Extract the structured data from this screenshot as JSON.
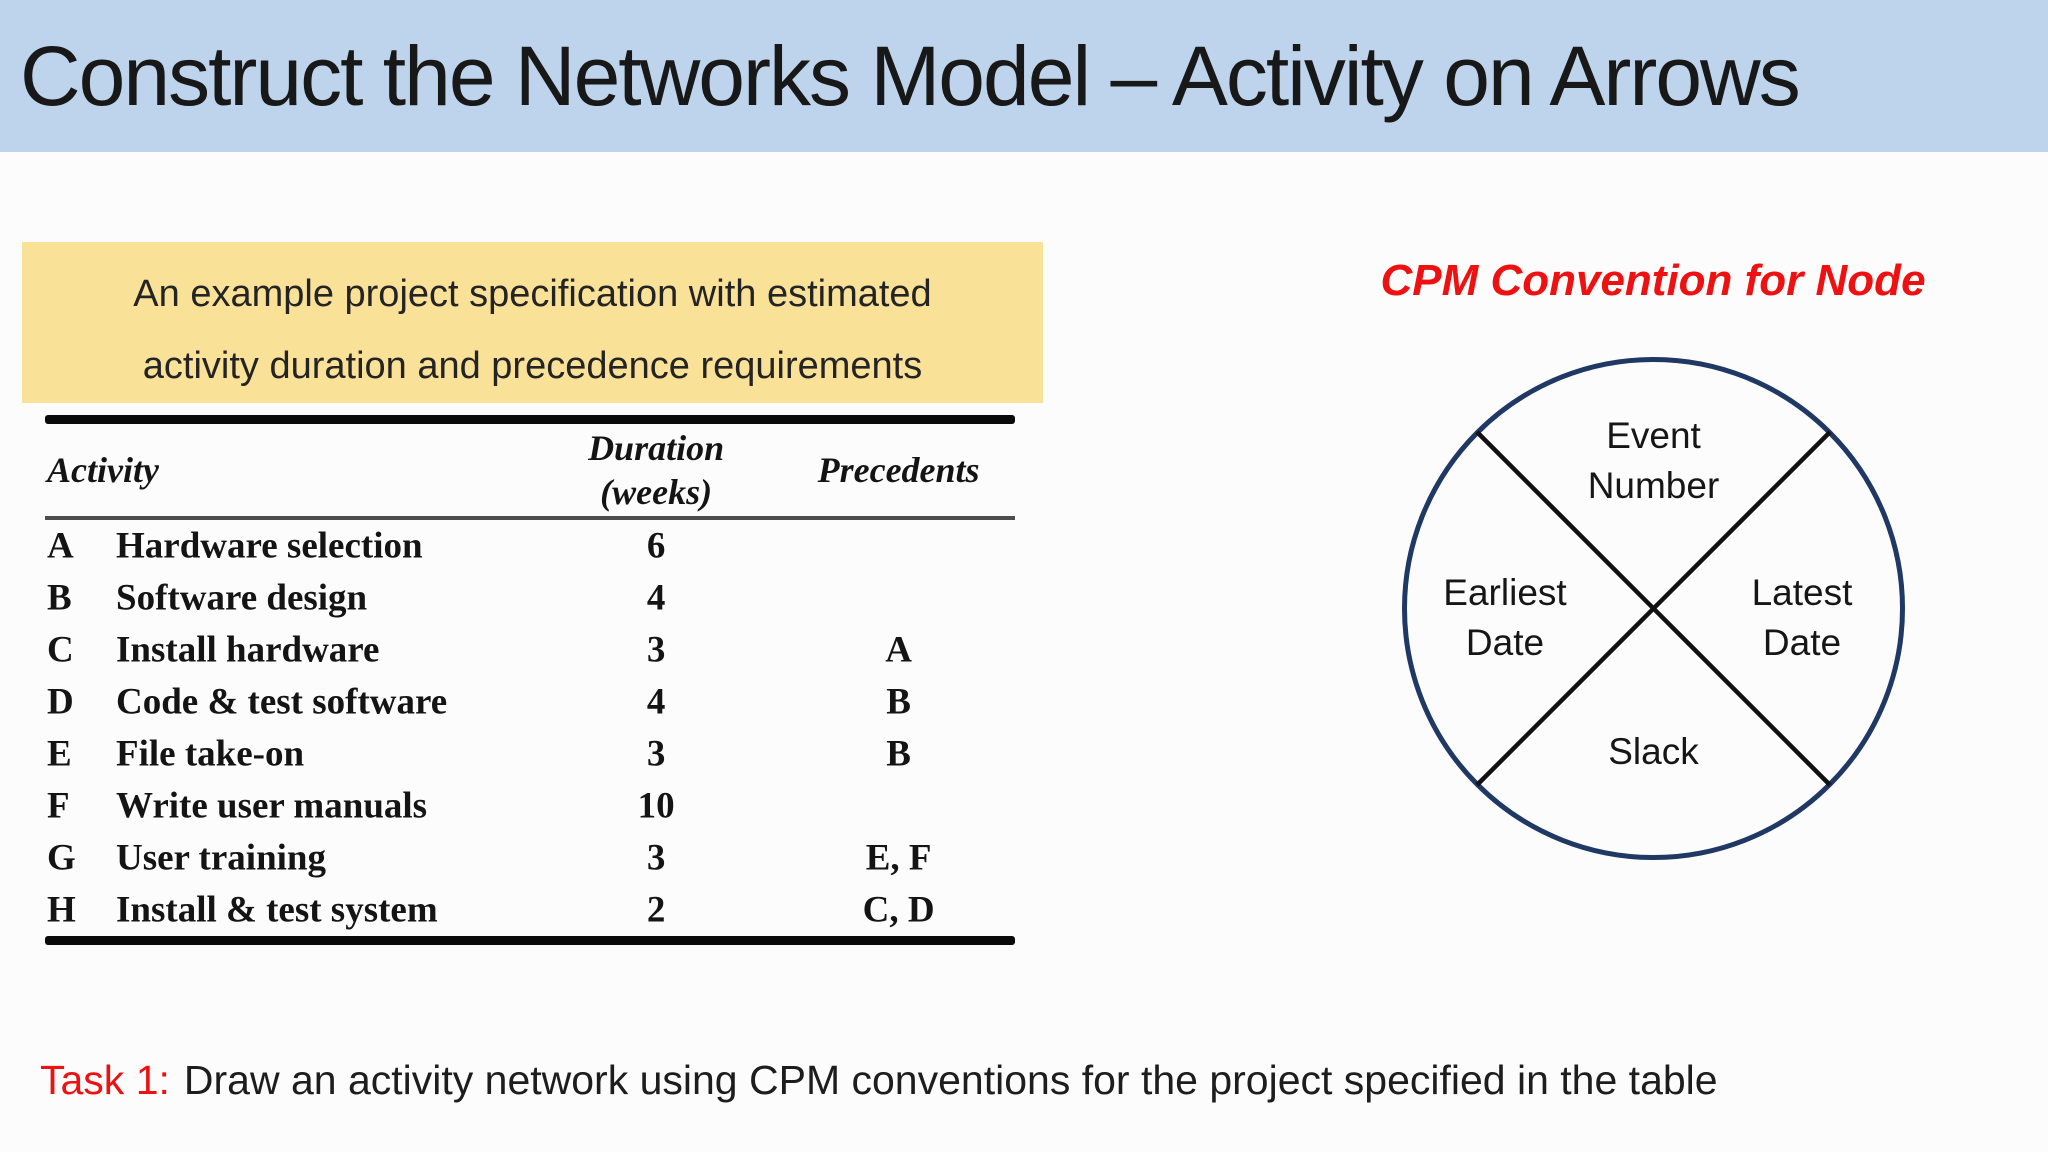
{
  "slide": {
    "title": "Construct the Networks Model – Activity on Arrows"
  },
  "callout": {
    "line1": "An example project specification with estimated",
    "line2": "activity duration and precedence requirements"
  },
  "table": {
    "headers": {
      "activity": "Activity",
      "duration": "Duration",
      "duration_unit": "(weeks)",
      "precedents": "Precedents"
    },
    "rows": [
      {
        "id": "A",
        "name": "Hardware selection",
        "duration": "6",
        "precedents": ""
      },
      {
        "id": "B",
        "name": "Software design",
        "duration": "4",
        "precedents": ""
      },
      {
        "id": "C",
        "name": "Install hardware",
        "duration": "3",
        "precedents": "A"
      },
      {
        "id": "D",
        "name": "Code & test software",
        "duration": "4",
        "precedents": "B"
      },
      {
        "id": "E",
        "name": "File take-on",
        "duration": "3",
        "precedents": "B"
      },
      {
        "id": "F",
        "name": "Write user manuals",
        "duration": "10",
        "precedents": ""
      },
      {
        "id": "G",
        "name": "User training",
        "duration": "3",
        "precedents": "E, F"
      },
      {
        "id": "H",
        "name": "Install & test system",
        "duration": "2",
        "precedents": "C, D"
      }
    ]
  },
  "cpm": {
    "heading": "CPM Convention for Node",
    "quadrants": {
      "top_line1": "Event",
      "top_line2": "Number",
      "left_line1": "Earliest",
      "left_line2": "Date",
      "right_line1": "Latest",
      "right_line2": "Date",
      "bottom": "Slack"
    }
  },
  "task": {
    "label": "Task 1:",
    "text": "Draw an activity network using CPM conventions for the project specified in the table"
  },
  "colors": {
    "title_bar_bg": "#BDD4EC",
    "callout_bg": "#FAE198",
    "accent_red": "#EE1111",
    "circle_stroke": "#1F3864",
    "diagram_line": "#111111",
    "text": "#1F1F1F"
  }
}
